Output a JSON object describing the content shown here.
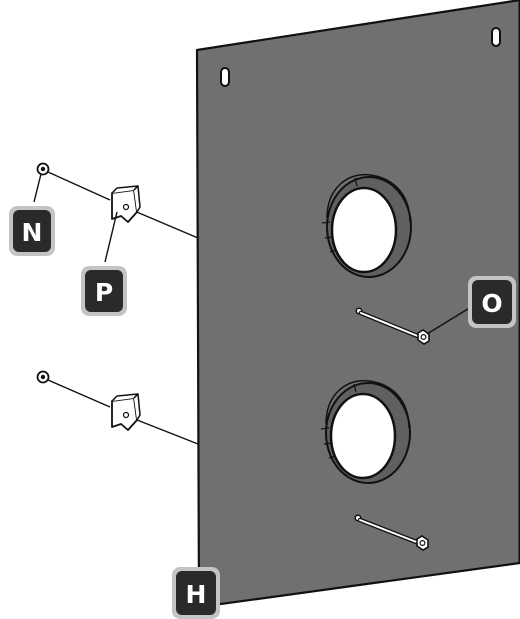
{
  "diagram": {
    "callouts": [
      {
        "id": "N",
        "text": "N"
      },
      {
        "id": "P",
        "text": "P"
      },
      {
        "id": "O",
        "text": "O"
      },
      {
        "id": "H",
        "text": "H"
      }
    ]
  },
  "colors": {
    "panel": "#6f7071",
    "stroke": "#111111",
    "callout_bg": "#2a2a2a",
    "callout_border": "#bfbfbf"
  }
}
